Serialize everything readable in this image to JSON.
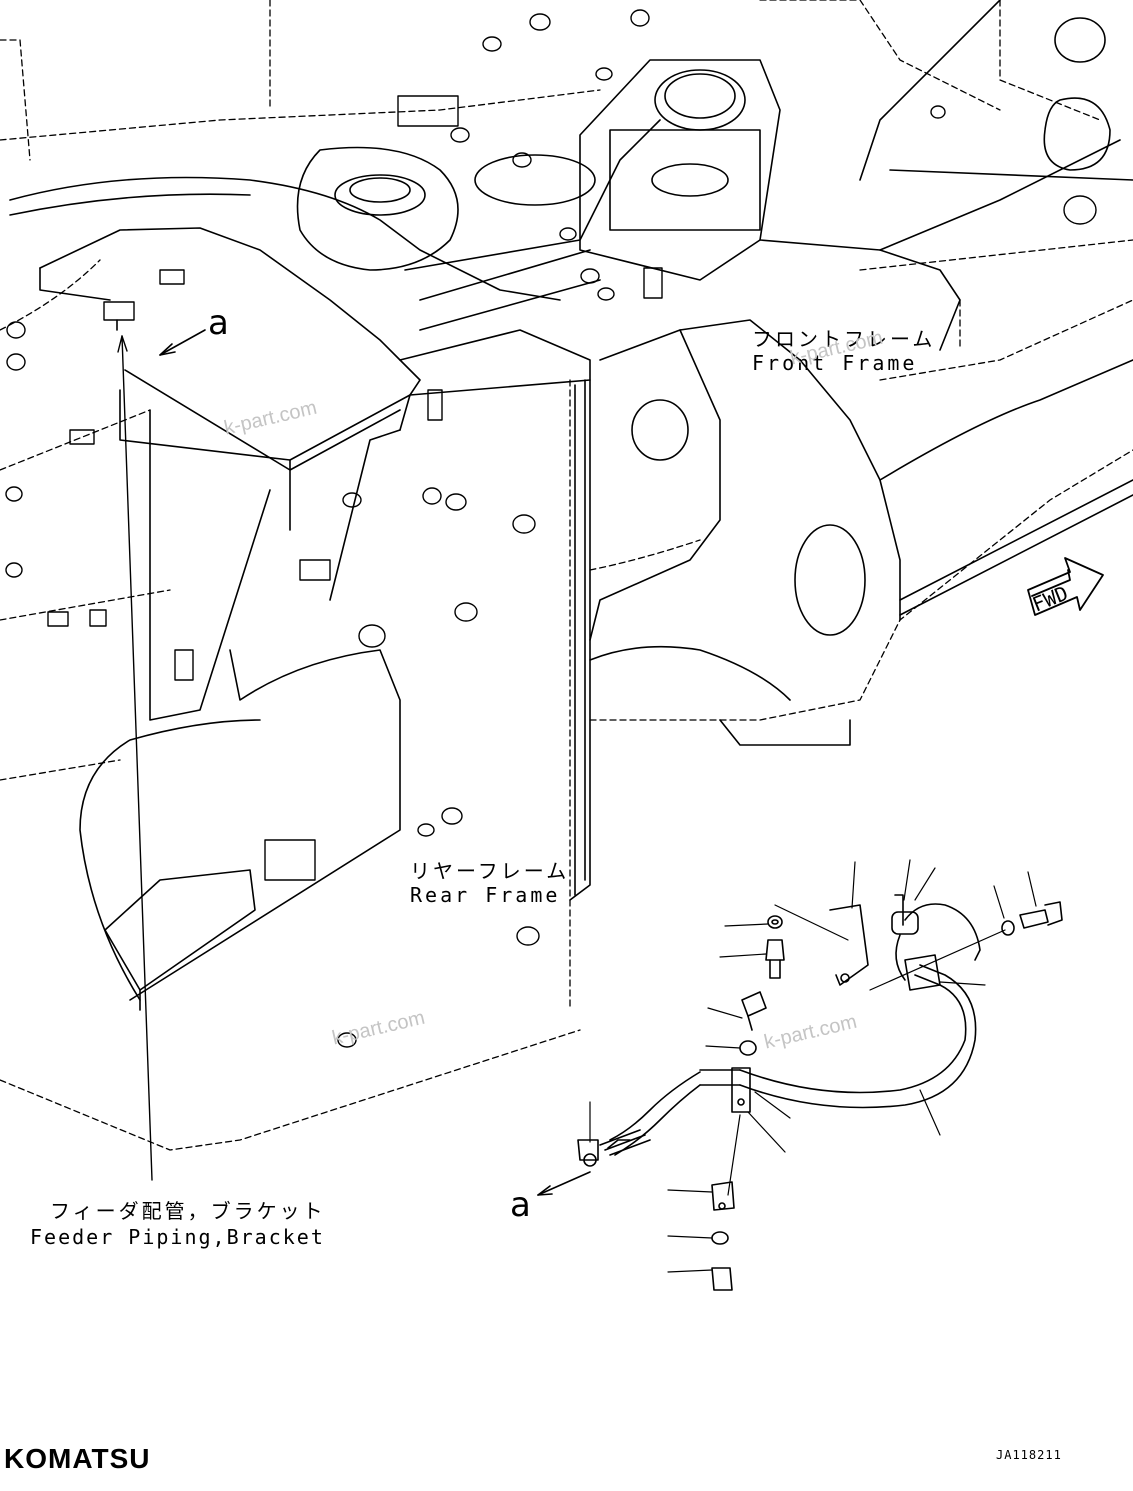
{
  "labels": {
    "front_frame_jp": "フロントフレーム",
    "front_frame_en": "Front Frame",
    "rear_frame_jp": "リヤーフレーム",
    "rear_frame_en": "Rear Frame",
    "feeder_jp": "フィーダ配管，ブラケット",
    "feeder_en": "Feeder Piping,Bracket",
    "callout_a_top": "a",
    "callout_a_bottom": "a",
    "fwd": "FWD"
  },
  "brand": "KOMATSU",
  "drawing_code": "JA118211",
  "watermarks": [
    "k-part.com",
    "k-part.com",
    "k-part.com",
    "k-part.com"
  ],
  "icons": [
    "fwd-arrow-icon",
    "callout-arrow-icon"
  ]
}
